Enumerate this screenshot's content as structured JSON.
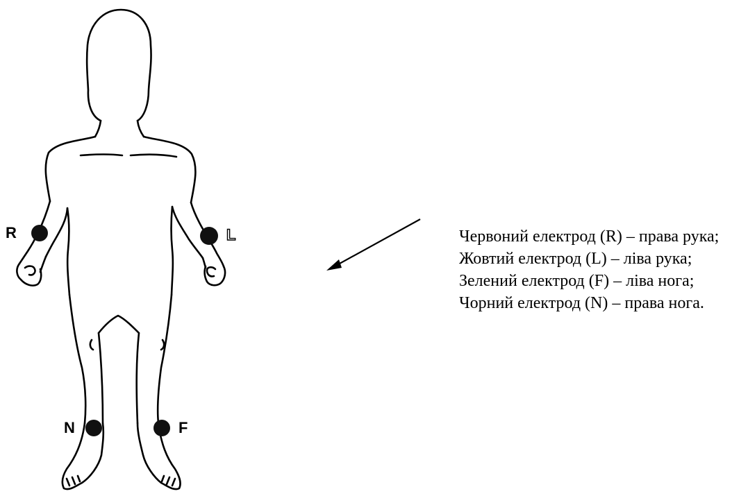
{
  "electrodes": [
    {
      "id": "R",
      "label": "R"
    },
    {
      "id": "L",
      "label": "L"
    },
    {
      "id": "N",
      "label": "N"
    },
    {
      "id": "F",
      "label": "F"
    }
  ],
  "legend": {
    "red": "Червоний електрод (R) – права рука;",
    "yellow": "Жовтий електрод (L) – ліва рука;",
    "green": "Зелений електрод (F) – ліва нога;",
    "black": "Чорний електрод (N) – права нога."
  },
  "colors": {
    "line": "#000000",
    "electrode": "#111111",
    "background": "#ffffff"
  }
}
